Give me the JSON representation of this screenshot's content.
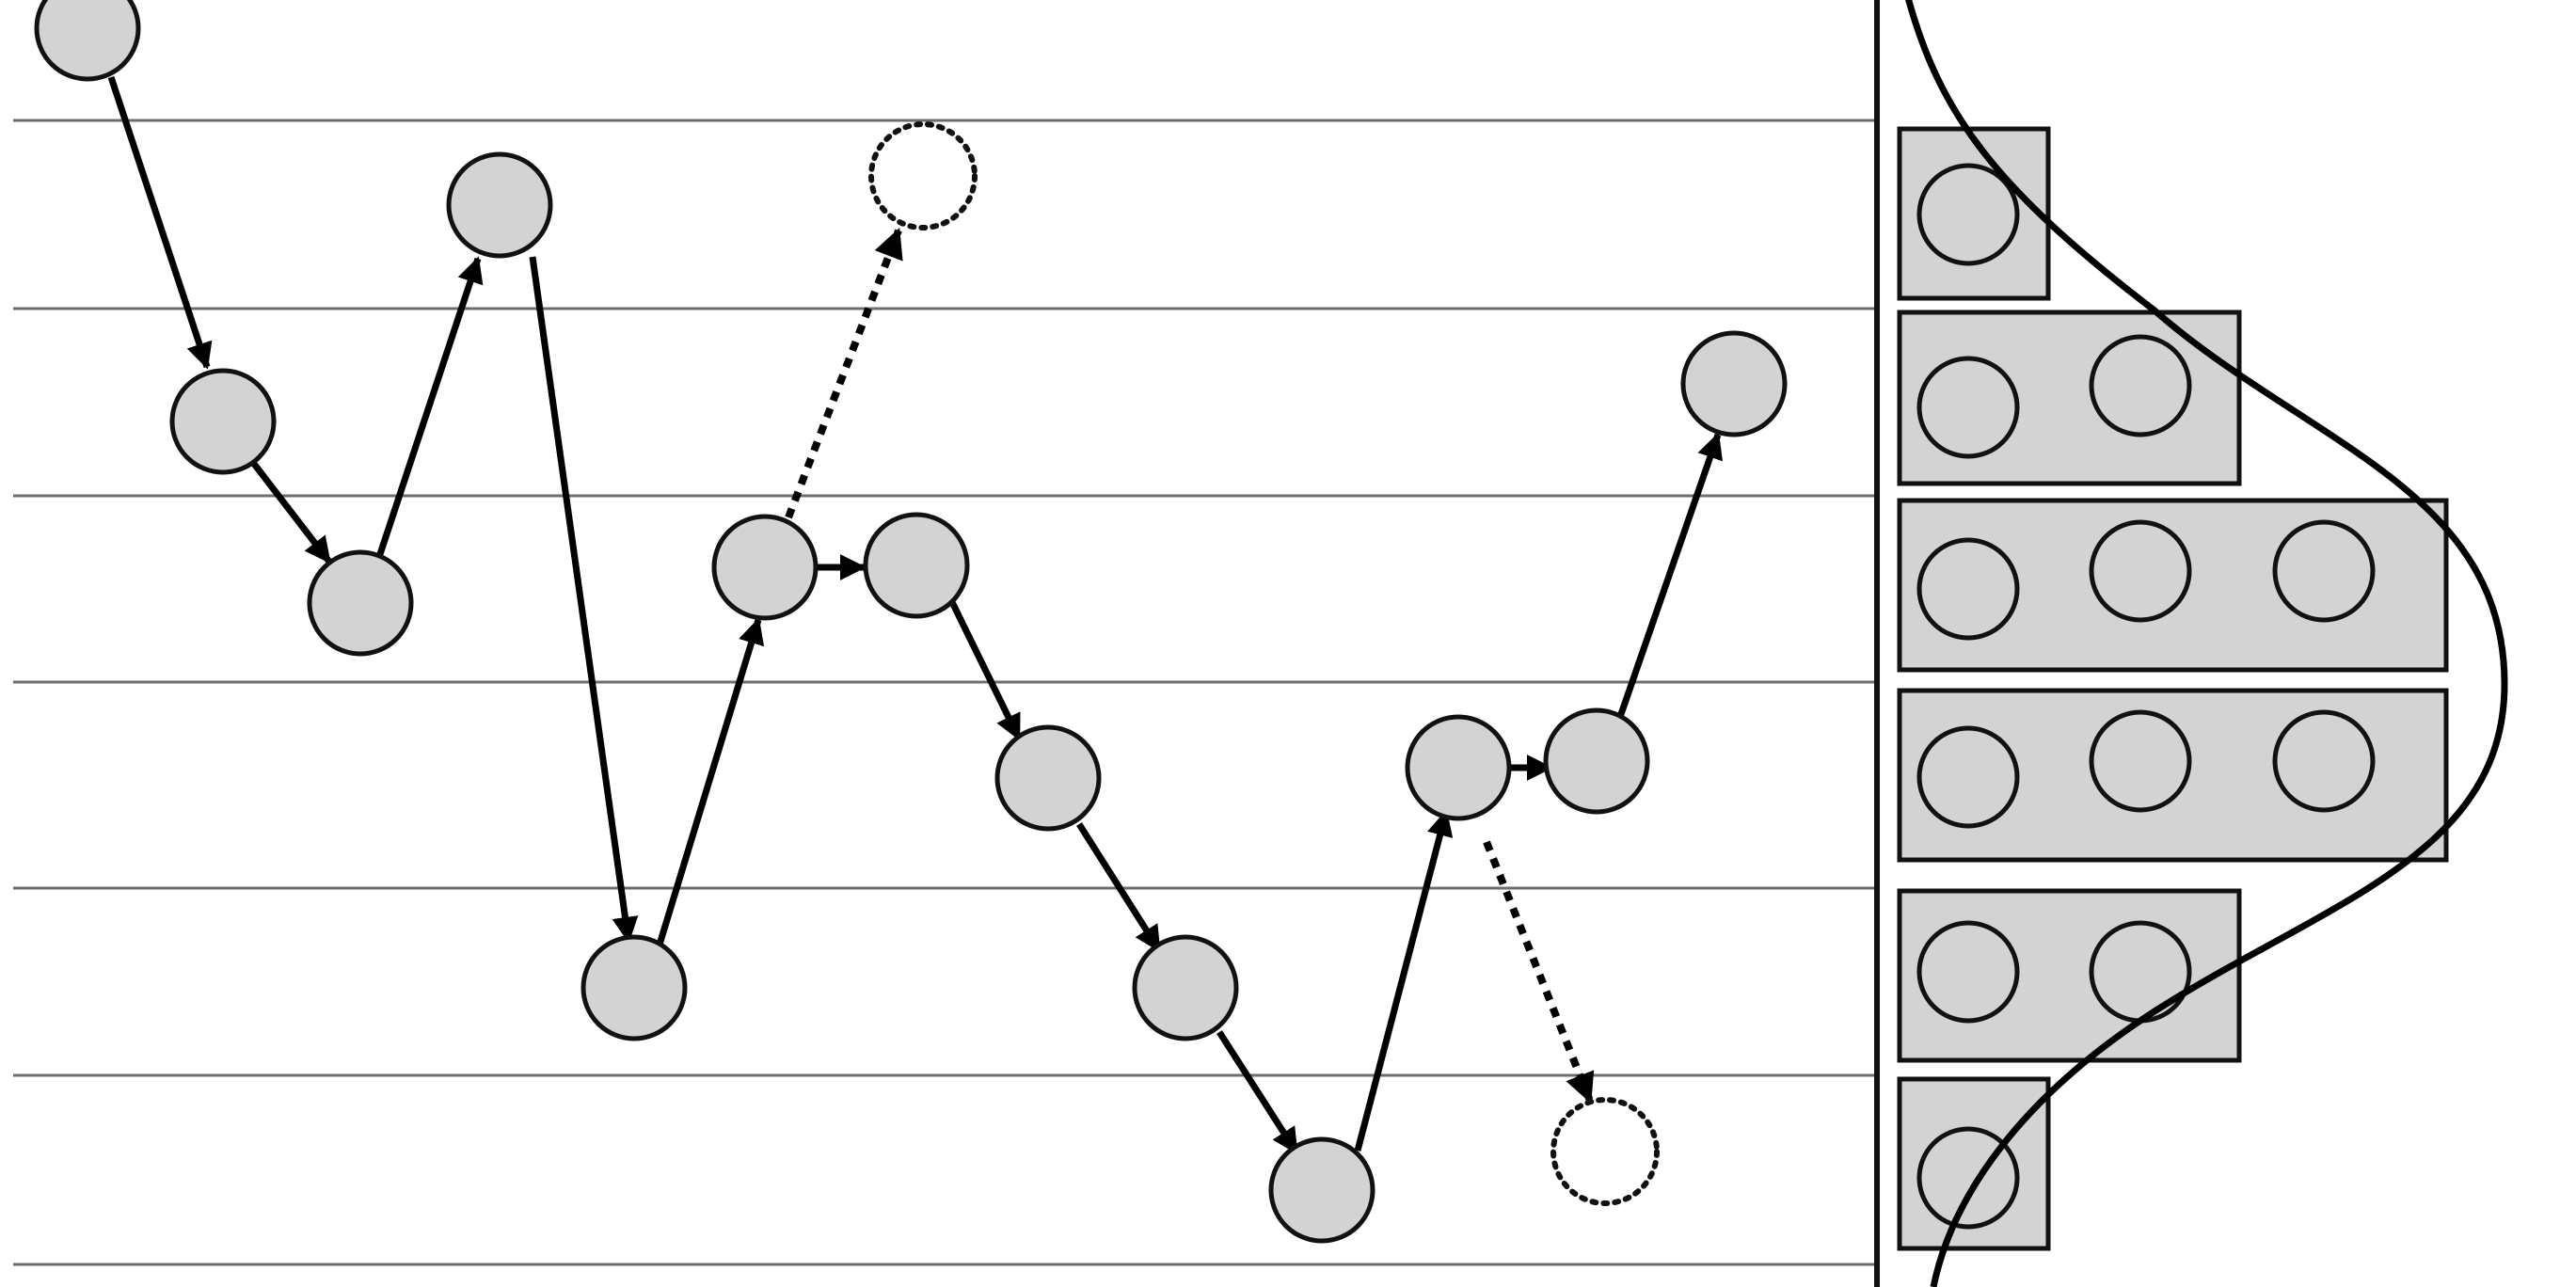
{
  "diagram": {
    "kind": "random-walk-over-levels-with-histogram",
    "levels": 6,
    "walk": {
      "visited_states_in_order": [
        1,
        2,
        3,
        1,
        5,
        3,
        3,
        4,
        5,
        6,
        4,
        4,
        2
      ],
      "proposed_but_rejected": [
        {
          "from_step": 6,
          "to_level": 1
        },
        {
          "from_step": 11,
          "to_level": 6
        }
      ]
    },
    "histogram": {
      "counts_per_level": [
        1,
        2,
        3,
        3,
        2,
        1
      ],
      "overlay": "bell-curve"
    },
    "colors": {
      "node_fill": "#d3d3d3",
      "stroke": "#111111",
      "line": "#6e6e6e",
      "background": "#ffffff"
    }
  }
}
